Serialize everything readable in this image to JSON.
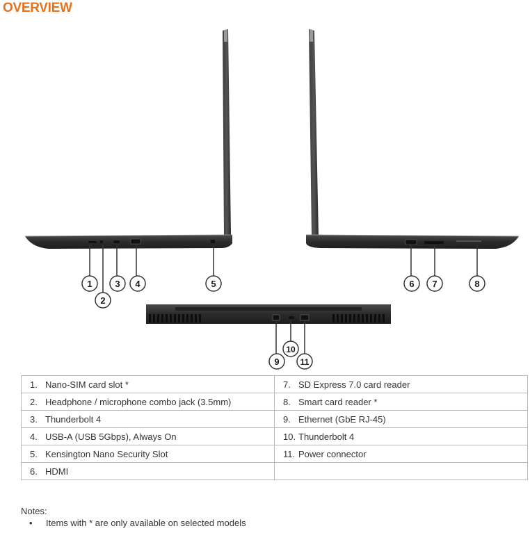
{
  "header": {
    "title": "OVERVIEW",
    "title_color": "#e8701a"
  },
  "callouts": {
    "left_side": [
      "1",
      "2",
      "3",
      "4",
      "5"
    ],
    "right_side": [
      "6",
      "7",
      "8"
    ],
    "rear": [
      "9",
      "10",
      "11"
    ]
  },
  "ports_table": {
    "left_column": [
      {
        "num": "1.",
        "label": "Nano-SIM card slot *"
      },
      {
        "num": "2.",
        "label": "Headphone / microphone combo jack (3.5mm)"
      },
      {
        "num": "3.",
        "label": "Thunderbolt 4"
      },
      {
        "num": "4.",
        "label": "USB-A (USB 5Gbps), Always On"
      },
      {
        "num": "5.",
        "label": "Kensington Nano Security Slot"
      },
      {
        "num": "6.",
        "label": "HDMI"
      }
    ],
    "right_column": [
      {
        "num": "7.",
        "label": "SD Express 7.0 card reader"
      },
      {
        "num": "8.",
        "label": "Smart card reader *"
      },
      {
        "num": "9.",
        "label": "Ethernet (GbE RJ-45)"
      },
      {
        "num": "10.",
        "label": "Thunderbolt 4"
      },
      {
        "num": "11.",
        "label": "Power connector"
      }
    ]
  },
  "notes": {
    "heading": "Notes:",
    "bullet": "•",
    "items": [
      "Items with * are only available on selected models"
    ]
  }
}
